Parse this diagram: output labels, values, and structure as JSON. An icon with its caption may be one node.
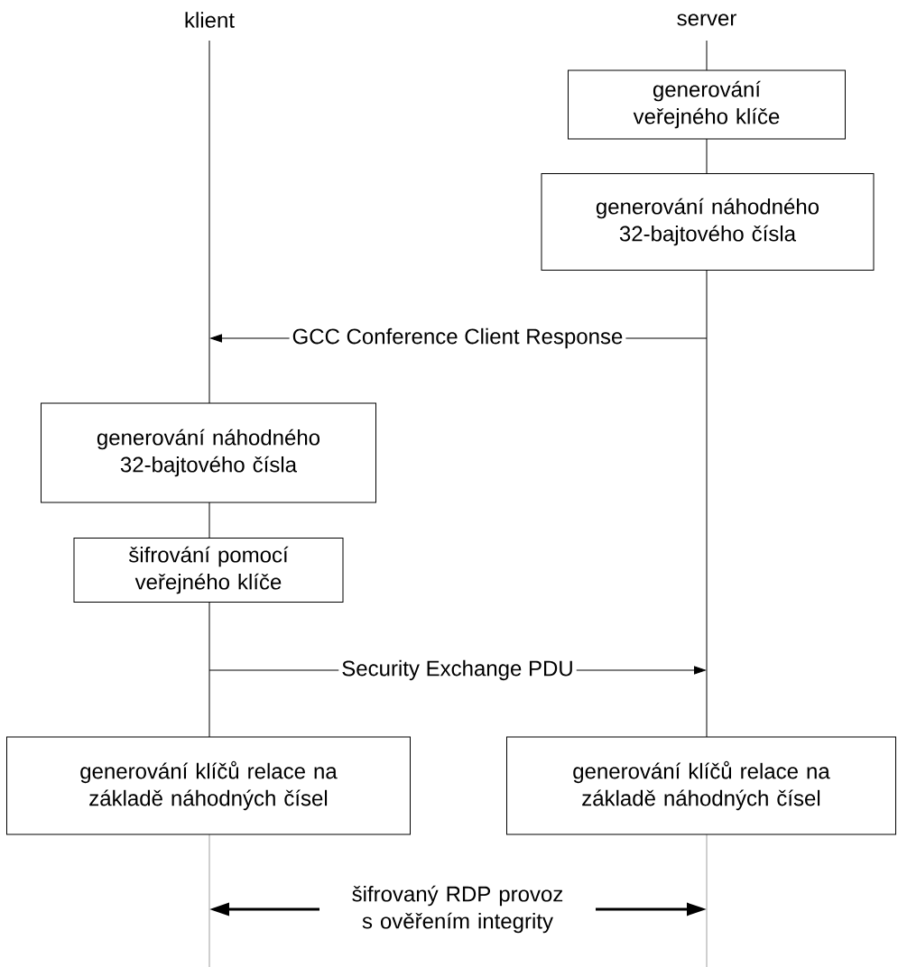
{
  "diagram": {
    "nodes": [
      {
        "text": [
          "klient"
        ]
      },
      {
        "text": [
          "server"
        ]
      },
      {
        "text": [
          "generování veřejného klíče"
        ]
      },
      {
        "text": [
          "generování náhodného 32-bajtového čísla"
        ]
      },
      {
        "text": [
          "generování náhodného 32-bajtového čísla"
        ]
      },
      {
        "text": [
          "šifrování pomocí veřejného klíče"
        ]
      },
      {
        "text": [
          "generování klíčů relace na základě náhodných čísel"
        ]
      },
      {
        "text": [
          "generování klíčů relace na základě náhodných čísel"
        ]
      }
    ],
    "edges": [
      {
        "from": 1,
        "to": 0,
        "arrow": "to",
        "label": "GCC Conference Client Response"
      },
      {
        "from": 0,
        "to": 1,
        "arrow": "to",
        "label": "Security Exchange PDU"
      },
      {
        "from": 0,
        "to": 1,
        "arrow": "both",
        "style": "thick",
        "label": "šifrovaný RDP provoz s ověřením integrity"
      }
    ]
  }
}
